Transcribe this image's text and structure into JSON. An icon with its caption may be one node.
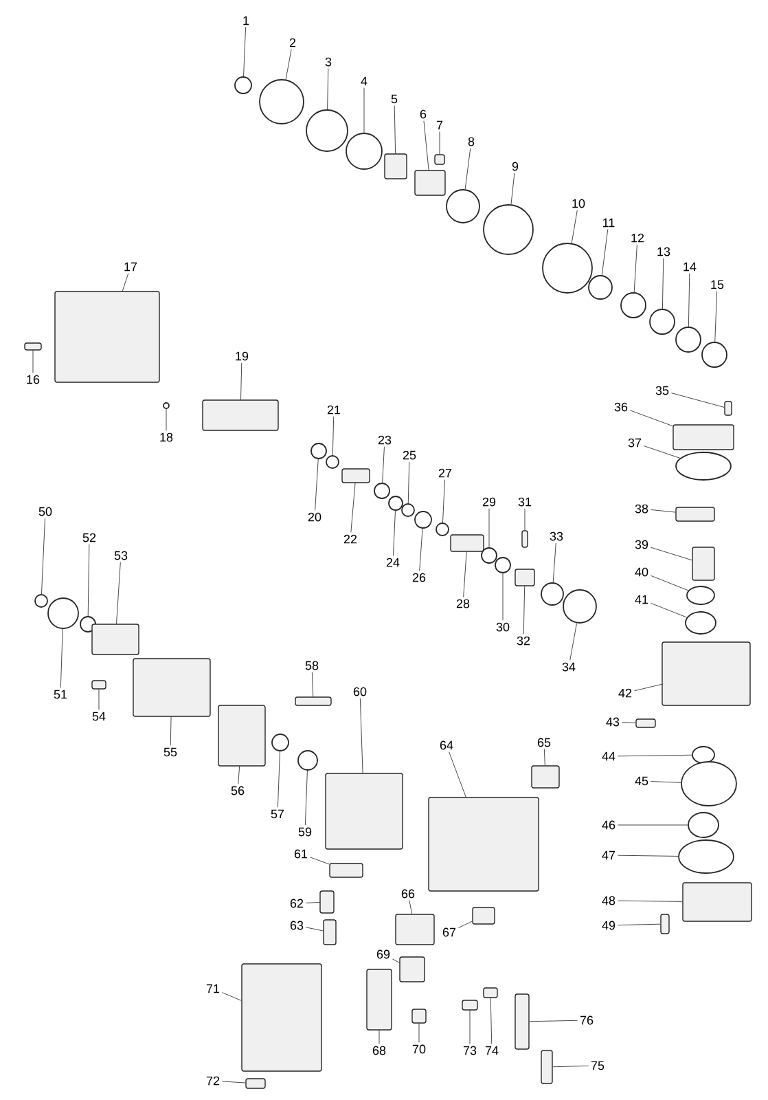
{
  "diagram": {
    "nodes": [
      {
        "text": [
          "1"
        ]
      },
      {
        "text": [
          "2"
        ]
      },
      {
        "text": [
          "3"
        ]
      },
      {
        "text": [
          "4"
        ]
      },
      {
        "text": [
          "5"
        ]
      },
      {
        "text": [
          "6"
        ]
      },
      {
        "text": [
          "7"
        ]
      },
      {
        "text": [
          "8"
        ]
      },
      {
        "text": [
          "9"
        ]
      },
      {
        "text": [
          "10"
        ]
      },
      {
        "text": [
          "11"
        ]
      },
      {
        "text": [
          "12"
        ]
      },
      {
        "text": [
          "13"
        ]
      },
      {
        "text": [
          "14"
        ]
      },
      {
        "text": [
          "15"
        ]
      },
      {
        "text": [
          "16"
        ]
      },
      {
        "text": [
          "17"
        ]
      },
      {
        "text": [
          "18"
        ]
      },
      {
        "text": [
          "19"
        ]
      },
      {
        "text": [
          "20"
        ]
      },
      {
        "text": [
          "21"
        ]
      },
      {
        "text": [
          "22"
        ]
      },
      {
        "text": [
          "23"
        ]
      },
      {
        "text": [
          "24"
        ]
      },
      {
        "text": [
          "25"
        ]
      },
      {
        "text": [
          "26"
        ]
      },
      {
        "text": [
          "27"
        ]
      },
      {
        "text": [
          "28"
        ]
      },
      {
        "text": [
          "29"
        ]
      },
      {
        "text": [
          "30"
        ]
      },
      {
        "text": [
          "31"
        ]
      },
      {
        "text": [
          "32"
        ]
      },
      {
        "text": [
          "33"
        ]
      },
      {
        "text": [
          "34"
        ]
      },
      {
        "text": [
          "35"
        ]
      },
      {
        "text": [
          "36"
        ]
      },
      {
        "text": [
          "37"
        ]
      },
      {
        "text": [
          "38"
        ]
      },
      {
        "text": [
          "39"
        ]
      },
      {
        "text": [
          "40"
        ]
      },
      {
        "text": [
          "41"
        ]
      },
      {
        "text": [
          "42"
        ]
      },
      {
        "text": [
          "43"
        ]
      },
      {
        "text": [
          "44"
        ]
      },
      {
        "text": [
          "45"
        ]
      },
      {
        "text": [
          "46"
        ]
      },
      {
        "text": [
          "47"
        ]
      },
      {
        "text": [
          "48"
        ]
      },
      {
        "text": [
          "49"
        ]
      },
      {
        "text": [
          "50"
        ]
      },
      {
        "text": [
          "51"
        ]
      },
      {
        "text": [
          "52"
        ]
      },
      {
        "text": [
          "53"
        ]
      },
      {
        "text": [
          "54"
        ]
      },
      {
        "text": [
          "55"
        ]
      },
      {
        "text": [
          "56"
        ]
      },
      {
        "text": [
          "57"
        ]
      },
      {
        "text": [
          "58"
        ]
      },
      {
        "text": [
          "59"
        ]
      },
      {
        "text": [
          "60"
        ]
      },
      {
        "text": [
          "61"
        ]
      },
      {
        "text": [
          "62"
        ]
      },
      {
        "text": [
          "63"
        ]
      },
      {
        "text": [
          "64"
        ]
      },
      {
        "text": [
          "65"
        ]
      },
      {
        "text": [
          "66"
        ]
      },
      {
        "text": [
          "67"
        ]
      },
      {
        "text": [
          "68"
        ]
      },
      {
        "text": [
          "69"
        ]
      },
      {
        "text": [
          "70"
        ]
      },
      {
        "text": [
          "71"
        ]
      },
      {
        "text": [
          "72"
        ]
      },
      {
        "text": [
          "73"
        ]
      },
      {
        "text": [
          "74"
        ]
      },
      {
        "text": [
          "75"
        ]
      },
      {
        "text": [
          "76"
        ]
      },
      {
        "text": [],
        "shape": "circle"
      },
      {
        "text": [],
        "shape": "circle"
      },
      {
        "text": [],
        "shape": "circle"
      },
      {
        "text": [],
        "shape": "circle"
      },
      {
        "text": [],
        "shape": "box"
      },
      {
        "text": [],
        "shape": "box"
      },
      {
        "text": [],
        "shape": "box"
      },
      {
        "text": [],
        "shape": "circle"
      },
      {
        "text": [],
        "shape": "circle"
      },
      {
        "text": [],
        "shape": "circle"
      },
      {
        "text": [],
        "shape": "circle"
      },
      {
        "text": [],
        "shape": "circle"
      },
      {
        "text": [],
        "shape": "circle"
      },
      {
        "text": [],
        "shape": "circle"
      },
      {
        "text": [],
        "shape": "circle"
      },
      {
        "text": [],
        "shape": "box"
      },
      {
        "text": [],
        "shape": "box"
      },
      {
        "text": [],
        "shape": "circle"
      },
      {
        "text": [],
        "shape": "box"
      },
      {
        "text": [],
        "shape": "circle"
      },
      {
        "text": [],
        "shape": "circle"
      },
      {
        "text": [],
        "shape": "box"
      },
      {
        "text": [],
        "shape": "circle"
      },
      {
        "text": [],
        "shape": "circle"
      },
      {
        "text": [],
        "shape": "circle"
      },
      {
        "text": [],
        "shape": "circle"
      },
      {
        "text": [],
        "shape": "circle"
      },
      {
        "text": [],
        "shape": "box"
      },
      {
        "text": [],
        "shape": "circle"
      },
      {
        "text": [],
        "shape": "circle"
      },
      {
        "text": [],
        "shape": "box"
      },
      {
        "text": [],
        "shape": "box"
      },
      {
        "text": [],
        "shape": "circle"
      },
      {
        "text": [],
        "shape": "circle"
      },
      {
        "text": [],
        "shape": "box"
      },
      {
        "text": [],
        "shape": "box"
      },
      {
        "text": [],
        "shape": "circle"
      },
      {
        "text": [],
        "shape": "box"
      },
      {
        "text": [],
        "shape": "box"
      },
      {
        "text": [],
        "shape": "circle"
      },
      {
        "text": [],
        "shape": "circle"
      },
      {
        "text": [],
        "shape": "box"
      },
      {
        "text": [],
        "shape": "box"
      },
      {
        "text": [],
        "shape": "circle"
      },
      {
        "text": [],
        "shape": "circle"
      },
      {
        "text": [],
        "shape": "circle"
      },
      {
        "text": [],
        "shape": "circle"
      },
      {
        "text": [],
        "shape": "box"
      },
      {
        "text": [],
        "shape": "box"
      },
      {
        "text": [],
        "shape": "circle"
      },
      {
        "text": [],
        "shape": "circle"
      },
      {
        "text": [],
        "shape": "circle"
      },
      {
        "text": [],
        "shape": "box"
      },
      {
        "text": [],
        "shape": "box"
      },
      {
        "text": [],
        "shape": "box"
      },
      {
        "text": [],
        "shape": "box"
      },
      {
        "text": [],
        "shape": "circle"
      },
      {
        "text": [],
        "shape": "box"
      },
      {
        "text": [],
        "shape": "circle"
      },
      {
        "text": [],
        "shape": "box"
      },
      {
        "text": [],
        "shape": "box"
      },
      {
        "text": [],
        "shape": "box"
      },
      {
        "text": [],
        "shape": "box"
      },
      {
        "text": [],
        "shape": "box"
      },
      {
        "text": [],
        "shape": "box"
      },
      {
        "text": [],
        "shape": "box"
      },
      {
        "text": [],
        "shape": "box"
      },
      {
        "text": [],
        "shape": "box"
      },
      {
        "text": [],
        "shape": "box"
      },
      {
        "text": [],
        "shape": "box"
      },
      {
        "text": [],
        "shape": "box"
      },
      {
        "text": [],
        "shape": "box"
      },
      {
        "text": [],
        "shape": "box"
      },
      {
        "text": [],
        "shape": "box"
      },
      {
        "text": [],
        "shape": "box"
      },
      {
        "text": [],
        "shape": "box"
      }
    ],
    "edges": [
      {
        "from": 0,
        "to": 76,
        "arrow": "none"
      },
      {
        "from": 1,
        "to": 77,
        "arrow": "none"
      },
      {
        "from": 2,
        "to": 78,
        "arrow": "none"
      },
      {
        "from": 3,
        "to": 79,
        "arrow": "none"
      },
      {
        "from": 4,
        "to": 80,
        "arrow": "none"
      },
      {
        "from": 5,
        "to": 81,
        "arrow": "none"
      },
      {
        "from": 6,
        "to": 82,
        "arrow": "none"
      },
      {
        "from": 7,
        "to": 83,
        "arrow": "none"
      },
      {
        "from": 8,
        "to": 84,
        "arrow": "none"
      },
      {
        "from": 9,
        "to": 85,
        "arrow": "none"
      },
      {
        "from": 10,
        "to": 86,
        "arrow": "none"
      },
      {
        "from": 11,
        "to": 87,
        "arrow": "none"
      },
      {
        "from": 12,
        "to": 88,
        "arrow": "none"
      },
      {
        "from": 13,
        "to": 89,
        "arrow": "none"
      },
      {
        "from": 14,
        "to": 90,
        "arrow": "none"
      },
      {
        "from": 15,
        "to": 91,
        "arrow": "none"
      },
      {
        "from": 16,
        "to": 92,
        "arrow": "none"
      },
      {
        "from": 17,
        "to": 93,
        "arrow": "none"
      },
      {
        "from": 18,
        "to": 94,
        "arrow": "none"
      },
      {
        "from": 19,
        "to": 95,
        "arrow": "none"
      },
      {
        "from": 20,
        "to": 96,
        "arrow": "none"
      },
      {
        "from": 21,
        "to": 97,
        "arrow": "none"
      },
      {
        "from": 22,
        "to": 98,
        "arrow": "none"
      },
      {
        "from": 23,
        "to": 99,
        "arrow": "none"
      },
      {
        "from": 24,
        "to": 100,
        "arrow": "none"
      },
      {
        "from": 25,
        "to": 101,
        "arrow": "none"
      },
      {
        "from": 26,
        "to": 102,
        "arrow": "none"
      },
      {
        "from": 27,
        "to": 103,
        "arrow": "none"
      },
      {
        "from": 28,
        "to": 104,
        "arrow": "none"
      },
      {
        "from": 29,
        "to": 105,
        "arrow": "none"
      },
      {
        "from": 30,
        "to": 106,
        "arrow": "none"
      },
      {
        "from": 31,
        "to": 107,
        "arrow": "none"
      },
      {
        "from": 32,
        "to": 108,
        "arrow": "none"
      },
      {
        "from": 33,
        "to": 109,
        "arrow": "none"
      },
      {
        "from": 34,
        "to": 110,
        "arrow": "none"
      },
      {
        "from": 35,
        "to": 111,
        "arrow": "none"
      },
      {
        "from": 36,
        "to": 112,
        "arrow": "none"
      },
      {
        "from": 37,
        "to": 113,
        "arrow": "none"
      },
      {
        "from": 38,
        "to": 114,
        "arrow": "none"
      },
      {
        "from": 39,
        "to": 115,
        "arrow": "none"
      },
      {
        "from": 40,
        "to": 116,
        "arrow": "none"
      },
      {
        "from": 41,
        "to": 117,
        "arrow": "none"
      },
      {
        "from": 42,
        "to": 118,
        "arrow": "none"
      },
      {
        "from": 43,
        "to": 119,
        "arrow": "none"
      },
      {
        "from": 44,
        "to": 120,
        "arrow": "none"
      },
      {
        "from": 45,
        "to": 121,
        "arrow": "none"
      },
      {
        "from": 46,
        "to": 122,
        "arrow": "none"
      },
      {
        "from": 47,
        "to": 123,
        "arrow": "none"
      },
      {
        "from": 48,
        "to": 124,
        "arrow": "none"
      },
      {
        "from": 49,
        "to": 125,
        "arrow": "none"
      },
      {
        "from": 50,
        "to": 126,
        "arrow": "none"
      },
      {
        "from": 51,
        "to": 127,
        "arrow": "none"
      },
      {
        "from": 52,
        "to": 128,
        "arrow": "none"
      },
      {
        "from": 53,
        "to": 129,
        "arrow": "none"
      },
      {
        "from": 54,
        "to": 130,
        "arrow": "none"
      },
      {
        "from": 55,
        "to": 131,
        "arrow": "none"
      },
      {
        "from": 56,
        "to": 132,
        "arrow": "none"
      },
      {
        "from": 57,
        "to": 133,
        "arrow": "none"
      },
      {
        "from": 58,
        "to": 134,
        "arrow": "none"
      },
      {
        "from": 59,
        "to": 135,
        "arrow": "none"
      },
      {
        "from": 60,
        "to": 136,
        "arrow": "none"
      },
      {
        "from": 61,
        "to": 137,
        "arrow": "none"
      },
      {
        "from": 62,
        "to": 138,
        "arrow": "none"
      },
      {
        "from": 63,
        "to": 139,
        "arrow": "none"
      },
      {
        "from": 64,
        "to": 140,
        "arrow": "none"
      },
      {
        "from": 65,
        "to": 141,
        "arrow": "none"
      },
      {
        "from": 66,
        "to": 142,
        "arrow": "none"
      },
      {
        "from": 67,
        "to": 143,
        "arrow": "none"
      },
      {
        "from": 68,
        "to": 144,
        "arrow": "none"
      },
      {
        "from": 69,
        "to": 145,
        "arrow": "none"
      },
      {
        "from": 70,
        "to": 146,
        "arrow": "none"
      },
      {
        "from": 71,
        "to": 147,
        "arrow": "none"
      },
      {
        "from": 72,
        "to": 148,
        "arrow": "none"
      },
      {
        "from": 73,
        "to": 149,
        "arrow": "none"
      },
      {
        "from": 74,
        "to": 150,
        "arrow": "none"
      },
      {
        "from": 75,
        "to": 151,
        "arrow": "none"
      }
    ]
  }
}
